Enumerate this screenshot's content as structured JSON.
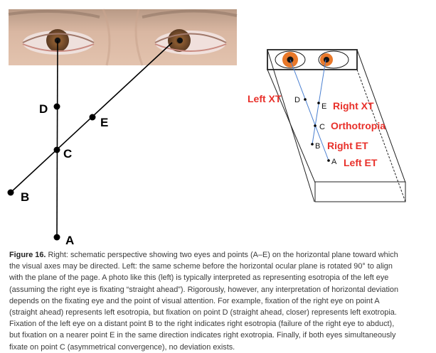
{
  "left_diagram": {
    "points": {
      "A": "A",
      "B": "B",
      "C": "C",
      "D": "D",
      "E": "E"
    }
  },
  "right_diagram": {
    "points": {
      "A": "A",
      "B": "B",
      "C": "C",
      "D": "D",
      "E": "E"
    },
    "labels": {
      "D": "Left XT",
      "E": "Right XT",
      "C": "Orthotropia",
      "B": "Right ET",
      "A": "Left ET"
    },
    "colors": {
      "label": "#e8302a",
      "iris": "#e8782a",
      "axis": "#4a7fd0"
    }
  },
  "caption": {
    "figure": "Figure 16.",
    "lines": [
      " Right: schematic perspective showing two eyes and points (A–E) on the horizontal plane toward which",
      "the visual axes may be directed. Left: the same scheme before the horizontal ocular plane is rotated 90° to align",
      "with the plane of the page. A photo like this (left) is typically interpreted as representing esotropia of the left eye",
      "(assuming the right eye is fixating “straight ahead”). Rigorously, however, any interpretation of horizontal deviation",
      "depends on the fixating eye and the point of visual attention. For example, fixation of the right eye on point A",
      "(straight ahead) represents left esotropia, but fixation on point D (straight ahead, closer) represents left exotropia.",
      "Fixation of the left eye on a distant point B to the right indicates right esotropia (failure of the right eye to abduct),",
      "but fixation on a nearer point E in the same direction indicates right exotropia. Finally, if both eyes simultaneously",
      "fixate on point C (asymmetrical convergence), no deviation exists."
    ]
  }
}
